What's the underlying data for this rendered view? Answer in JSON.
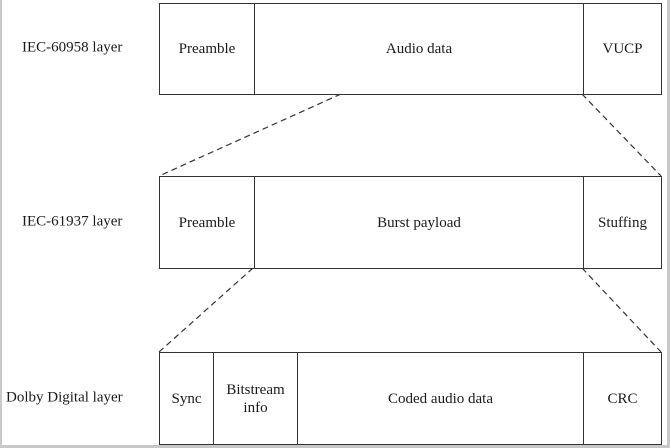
{
  "layers": [
    {
      "label": "IEC-60958 layer",
      "fields": [
        {
          "id": "preamble",
          "text": "Preamble"
        },
        {
          "id": "audio-data",
          "text": "Audio data"
        },
        {
          "id": "vucp",
          "text": "VUCP"
        }
      ]
    },
    {
      "label": "IEC-61937 layer",
      "fields": [
        {
          "id": "preamble",
          "text": "Preamble"
        },
        {
          "id": "burst-payload",
          "text": "Burst payload"
        },
        {
          "id": "stuffing",
          "text": "Stuffing"
        }
      ]
    },
    {
      "label": "Dolby Digital layer",
      "fields": [
        {
          "id": "sync",
          "text": "Sync"
        },
        {
          "id": "bitstream-info",
          "text": "Bitstream\ninfo"
        },
        {
          "id": "coded-audio-data",
          "text": "Coded audio data"
        },
        {
          "id": "crc",
          "text": "CRC"
        }
      ]
    }
  ]
}
